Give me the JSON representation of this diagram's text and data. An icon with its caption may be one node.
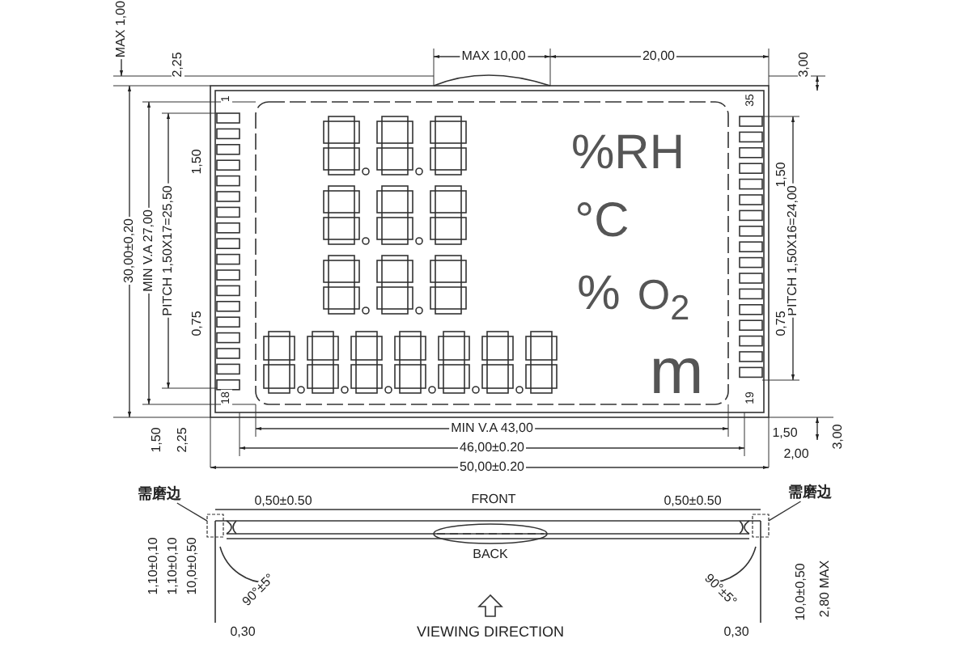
{
  "diagram": {
    "nodes": [
      {
        "text": [
          "需磨边"
        ]
      },
      {
        "text": [],
        "shape": "box"
      },
      {
        "text": [
          "需磨边"
        ]
      },
      {
        "text": [],
        "shape": "box"
      }
    ],
    "edges": [
      {
        "from": 0,
        "to": 1,
        "arrow": "none"
      },
      {
        "from": 2,
        "to": 3,
        "arrow": "none"
      }
    ],
    "labels": [
      "MAX 1,00",
      "2,25",
      "MAX 10,00",
      "20,00",
      "3,00",
      "1",
      "35",
      "30,00±0,20",
      "MIN V.A 27,00",
      "PITCH 1,50X17=25,50",
      "1,50",
      "1,50",
      "PITCH 1,50X16=24,00",
      "%RH",
      "°C",
      "%",
      "O$_{2}$",
      "m",
      "0,75",
      "0,75",
      "18",
      "19",
      "1,50",
      "2,25",
      "MIN V.A 43,00",
      "1,50",
      "46,00±0.20",
      "2,00",
      "3,00",
      "50,00±0.20",
      "0,50±0.50",
      "FRONT",
      "0,50±0.50",
      "1,10±0,10",
      "1,10±0,10",
      "10,0±0,50",
      "BACK",
      "90°±5°",
      "90°±5°",
      "10,0±0,50",
      "2,80 MAX",
      "0,30",
      "VIEWING DIRECTION",
      "0,30"
    ]
  }
}
